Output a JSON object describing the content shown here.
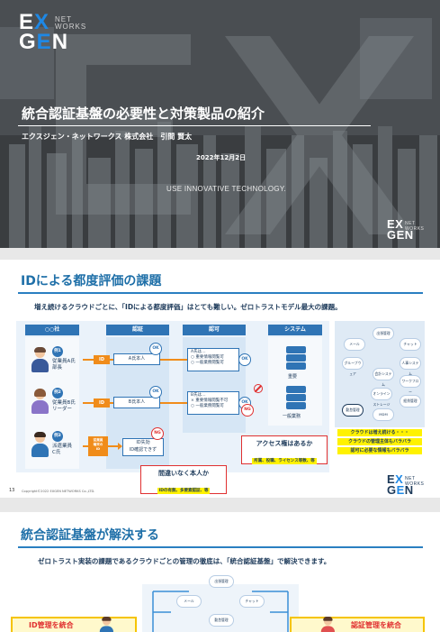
{
  "slide1": {
    "logo": {
      "line1_a": "E",
      "line1_b": "X",
      "line2_a": "G",
      "line2_b": "E",
      "line2_c": "N",
      "tag1": "NET",
      "tag2": "WORKS"
    },
    "title": "統合認証基盤の必要性と対策製品の紹介",
    "company": "エクスジェン・ネットワークス 株式会社　引間 賢太",
    "date": "2022年12月2日",
    "slogan": "USE INNOVATIVE TECHNOLOGY."
  },
  "slide2": {
    "title": "IDによる都度評価の課題",
    "lead": "増え続けるクラウドごとに、「IDによる都度評価」はとても難しい。ゼロトラストモデル最大の課題。",
    "columns": [
      "○○社",
      "認証",
      "認可",
      "システム"
    ],
    "people": [
      {
        "num": "例1",
        "name": "従業員A氏\n部長"
      },
      {
        "num": "例2",
        "name": "従業員B氏\nリーダー"
      },
      {
        "num": "例3",
        "name": "派遣業員\nC氏"
      }
    ],
    "id_label": "ID",
    "id3_label": "従業員\n端末の\nID",
    "auth": [
      "A氏本人",
      "B氏本人",
      "ID失効\nID確認できず"
    ],
    "authz": [
      "A氏は…\n○ 重要情報閲覧可\n○ 一般業務閲覧可",
      "B氏は…\n× 重要情報閲覧不可\n○ 一般業務閲覧可"
    ],
    "ok": "OK",
    "ng": "NG",
    "sys_labels": [
      "重要",
      "一般業務"
    ],
    "callout1_big": "アクセス権はあるか",
    "callout1_small": "所属、役職、ライセンス等数、等",
    "callout2_big": "間違いなく本人か",
    "callout2_small": "IDの有無、多要素認証、等",
    "clouds": [
      "出張管理",
      "メール",
      "チャット",
      "グループウェア",
      "人事システム",
      "会計システム",
      "ワークフロー",
      "オンラインストレージ",
      "勤怠管理",
      "経費管理",
      "MDM"
    ],
    "cloud_notes": [
      "クラウドは増え続ける・・・",
      "クラウドの管理主体もバラバラ",
      "認可に必要な情報もバラバラ"
    ],
    "page": "13",
    "copyright": "Copyright©2022 EXGEN NETWORKS Co.,LTD."
  },
  "slide3": {
    "title": "統合認証基盤が解決する",
    "lead": "ゼロトラスト実装の課題であるクラウドごとの管理の徹底は、「統合認証基盤」で解決できます。",
    "clouds": [
      "出張管理",
      "メール",
      "チャット",
      "勤怠管理"
    ],
    "left_box": "ID管理を統合",
    "right_box": "認証管理を統合"
  }
}
